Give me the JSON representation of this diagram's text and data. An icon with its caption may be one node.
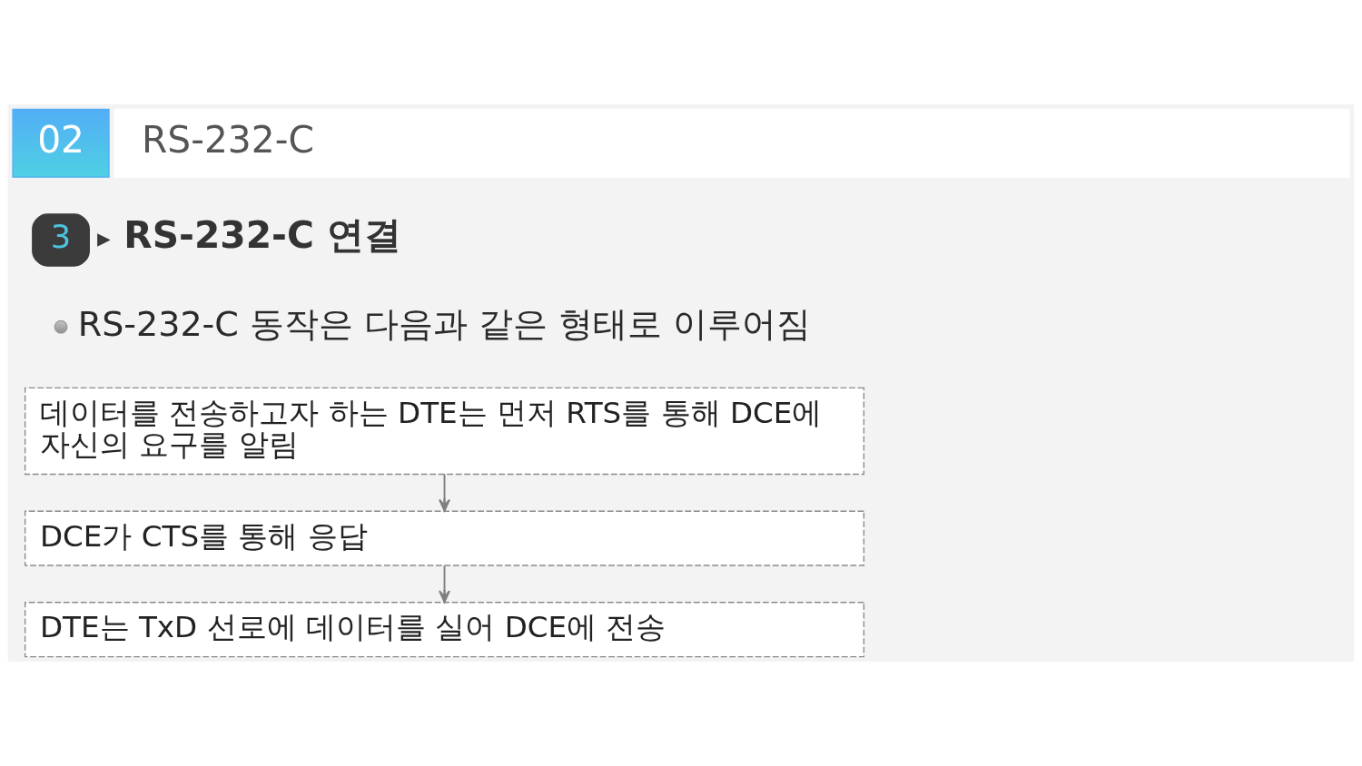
{
  "diagram": {
    "nodes": [
      {
        "text": [
          "02"
        ]
      },
      {
        "text": [
          "RS-232-C"
        ]
      },
      {
        "text": [
          "3"
        ]
      },
      {
        "text": [
          "데이터를 전송하고자 하는 DTE는 먼저 RTS를 통해 DCE에 자신의 요구를 알림"
        ]
      },
      {
        "text": [
          "DCE가 CTS를 통해 응답"
        ]
      },
      {
        "text": [
          "DTE는 TxD 선로에 데이터를 실어 DCE에 전송"
        ]
      }
    ],
    "edges": [
      {
        "from": 3,
        "to": 4,
        "arrow": "to"
      },
      {
        "from": 4,
        "to": 5,
        "arrow": "to"
      }
    ],
    "labels": [
      "RS-232-C 연결",
      "RS-232-C 동작은 다음과 같은 형태로 이루어짐"
    ]
  }
}
